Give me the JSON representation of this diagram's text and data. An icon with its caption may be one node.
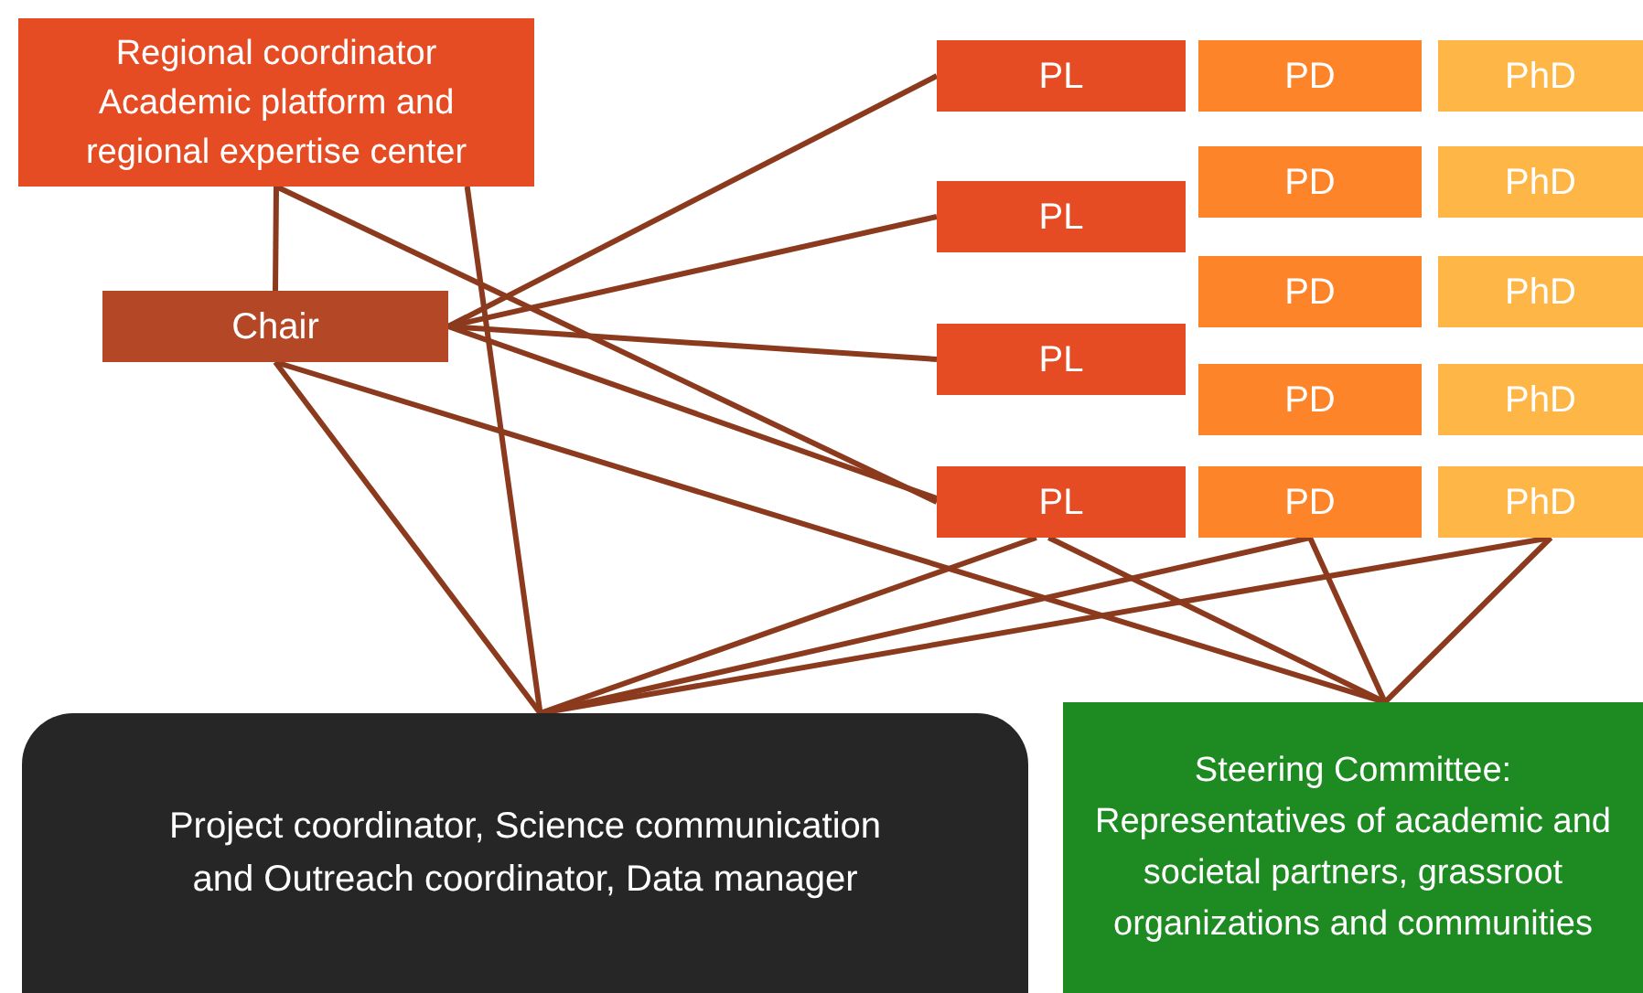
{
  "diagram": {
    "nodes": [
      {
        "text": [
          "Regional coordinator Academic platform and regional expertise center"
        ]
      },
      {
        "text": [
          "Chair"
        ]
      },
      {
        "text": [
          "PL"
        ]
      },
      {
        "text": [
          "PD"
        ]
      },
      {
        "text": [
          "PhD"
        ]
      },
      {
        "text": [
          "PD"
        ]
      },
      {
        "text": [
          "PhD"
        ]
      },
      {
        "text": [
          "PL"
        ]
      },
      {
        "text": [
          "PD"
        ]
      },
      {
        "text": [
          "PhD"
        ]
      },
      {
        "text": [
          "PL"
        ]
      },
      {
        "text": [
          "PD"
        ]
      },
      {
        "text": [
          "PhD"
        ]
      },
      {
        "text": [
          "PL"
        ]
      },
      {
        "text": [
          "PD"
        ]
      },
      {
        "text": [
          "PhD"
        ]
      },
      {
        "text": [
          "Project coordinator, Science communication and Outreach coordinator, Data manager"
        ]
      },
      {
        "text": [
          "Steering Committee: Representatives of academic and societal partners, grassroot organizations and communities"
        ]
      }
    ],
    "edges": [
      {
        "from": 0,
        "to": 1,
        "arrow": "none"
      },
      {
        "from": 0,
        "to": 16,
        "arrow": "none"
      },
      {
        "from": 0,
        "to": 13,
        "arrow": "none"
      },
      {
        "from": 1,
        "to": 2,
        "arrow": "none"
      },
      {
        "from": 1,
        "to": 7,
        "arrow": "none"
      },
      {
        "from": 1,
        "to": 10,
        "arrow": "none"
      },
      {
        "from": 1,
        "to": 13,
        "arrow": "none"
      },
      {
        "from": 1,
        "to": 16,
        "arrow": "none"
      },
      {
        "from": 1,
        "to": 17,
        "arrow": "none"
      },
      {
        "from": 13,
        "to": 16,
        "arrow": "none"
      },
      {
        "from": 13,
        "to": 17,
        "arrow": "none"
      },
      {
        "from": 14,
        "to": 16,
        "arrow": "none"
      },
      {
        "from": 14,
        "to": 17,
        "arrow": "none"
      },
      {
        "from": 15,
        "to": 16,
        "arrow": "none"
      },
      {
        "from": 15,
        "to": 17,
        "arrow": "none"
      }
    ]
  }
}
